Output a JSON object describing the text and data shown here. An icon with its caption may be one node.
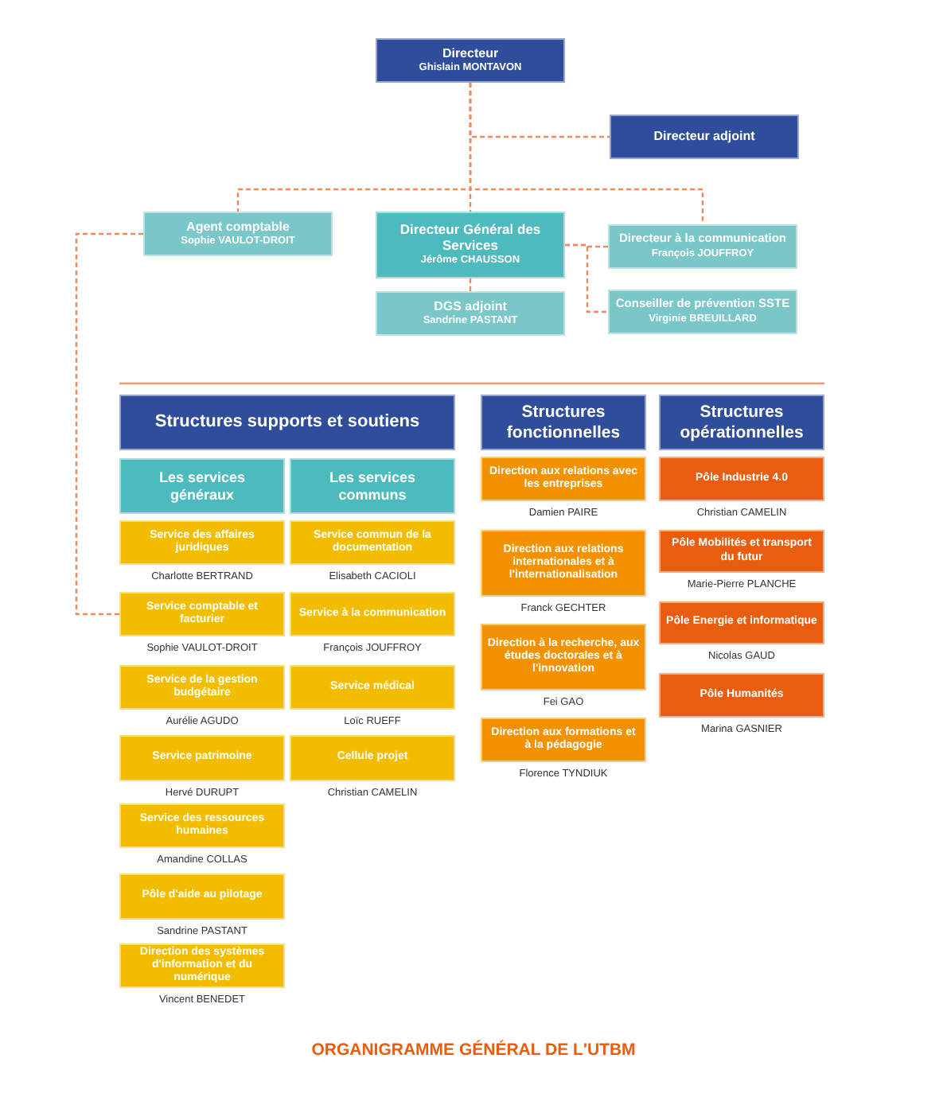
{
  "diagram": {
    "caption": "ORGANIGRAMME GÉNÉRAL DE L'UTBM",
    "nodes": [
      {
        "text": [
          "Directeur",
          "Ghislain MONTAVON"
        ]
      },
      {
        "text": [
          "Directeur adjoint"
        ]
      },
      {
        "text": [
          "Agent comptable",
          "Sophie VAULOT-DROIT"
        ]
      },
      {
        "text": [
          "Directeur Général des Services",
          "Jérôme CHAUSSON"
        ]
      },
      {
        "text": [
          "Directeur à la communication",
          "François JOUFFROY"
        ]
      },
      {
        "text": [
          "DGS adjoint",
          "Sandrine PASTANT"
        ]
      },
      {
        "text": [
          "Conseiller de prévention SSTE",
          "Virginie BREUILLARD"
        ]
      },
      {
        "text": [
          "Structures supports et soutiens"
        ]
      },
      {
        "text": [
          "Les services généraux"
        ]
      },
      {
        "text": [
          "Les services communs"
        ]
      },
      {
        "text": [
          "Service des affaires juridiques"
        ],
        "beside": [
          "Charlotte BERTRAND"
        ]
      },
      {
        "text": [
          "Service commun de la documentation"
        ],
        "beside": [
          "Elisabeth CACIOLI"
        ]
      },
      {
        "text": [
          "Service comptable et facturier"
        ],
        "beside": [
          "Sophie VAULOT-DROIT"
        ]
      },
      {
        "text": [
          "Service à la communication"
        ],
        "beside": [
          "François JOUFFROY"
        ]
      },
      {
        "text": [
          "Service de la gestion budgétaire"
        ],
        "beside": [
          "Aurélie AGUDO"
        ]
      },
      {
        "text": [
          "Service médical"
        ],
        "beside": [
          "Loïc RUEFF"
        ]
      },
      {
        "text": [
          "Service patrimoine"
        ],
        "beside": [
          "Hervé DURUPT"
        ]
      },
      {
        "text": [
          "Cellule projet"
        ],
        "beside": [
          "Christian CAMELIN"
        ]
      },
      {
        "text": [
          "Service des ressources humaines"
        ],
        "beside": [
          "Amandine COLLAS"
        ]
      },
      {
        "text": [
          "Pôle d'aide au pilotage"
        ],
        "beside": [
          "Sandrine PASTANT"
        ]
      },
      {
        "text": [
          "Direction des systèmes d'information et du numérique"
        ],
        "beside": [
          "Vincent BENEDET"
        ]
      },
      {
        "text": [
          "Structures fonctionnelles"
        ]
      },
      {
        "text": [
          "Direction aux relations avec les entreprises"
        ],
        "beside": [
          "Damien PAIRE"
        ]
      },
      {
        "text": [
          "Direction aux relations internationales et à l'internationalisation"
        ],
        "beside": [
          "Franck GECHTER"
        ]
      },
      {
        "text": [
          "Direction à la recherche, aux études doctorales et à l'innovation"
        ],
        "beside": [
          "Fei GAO"
        ]
      },
      {
        "text": [
          "Direction aux formations et à la pédagogie"
        ],
        "beside": [
          "Florence TYNDIUK"
        ]
      },
      {
        "text": [
          "Structures opérationnelles"
        ]
      },
      {
        "text": [
          "Pôle Industrie 4.0"
        ],
        "beside": [
          "Christian CAMELIN"
        ]
      },
      {
        "text": [
          "Pôle Mobilités et transport du futur"
        ],
        "beside": [
          "Marie-Pierre PLANCHE"
        ]
      },
      {
        "text": [
          "Pôle Energie et informatique"
        ],
        "beside": [
          "Nicolas GAUD"
        ]
      },
      {
        "text": [
          "Pôle Humanités"
        ],
        "beside": [
          "Marina GASNIER"
        ]
      }
    ],
    "edges": [
      {
        "from": 0,
        "to": 3,
        "arrow": "none",
        "style": "dashed"
      },
      {
        "from": 0,
        "to": 1,
        "arrow": "none",
        "style": "dashed"
      },
      {
        "from": 0,
        "to": 2,
        "arrow": "none",
        "style": "dashed"
      },
      {
        "from": 0,
        "to": 4,
        "arrow": "none",
        "style": "dashed"
      },
      {
        "from": 3,
        "to": 5,
        "arrow": "none",
        "style": "dashed"
      },
      {
        "from": 3,
        "to": 4,
        "arrow": "none",
        "style": "dashed"
      },
      {
        "from": 3,
        "to": 6,
        "arrow": "none",
        "style": "dashed"
      },
      {
        "from": 2,
        "to": 12,
        "arrow": "none",
        "style": "dashed"
      }
    ]
  }
}
